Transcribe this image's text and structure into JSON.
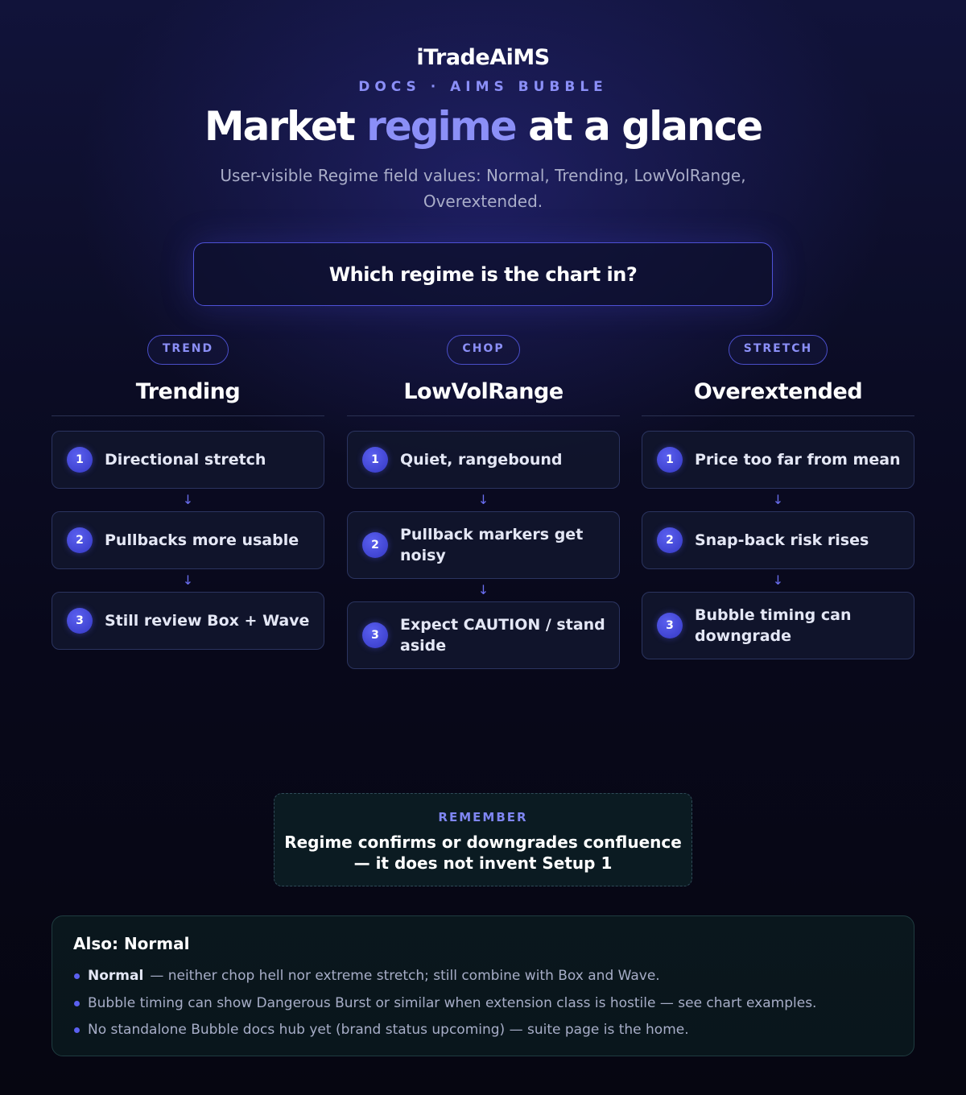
{
  "brand": {
    "logo_text": "iTradeAiMS"
  },
  "header": {
    "kicker": "DOCS · AIMS BUBBLE",
    "title_part1": "Market",
    "title_accent": "regime",
    "title_part2": "at a glance",
    "subtitle": "User-visible Regime field values: Normal, Trending, LowVolRange, Overextended."
  },
  "question": "Which regime is the chart in?",
  "columns": [
    {
      "tag": "TREND",
      "title": "Trending",
      "steps": [
        {
          "num": "1",
          "text": "Directional stretch"
        },
        {
          "num": "2",
          "text": "Pullbacks more usable"
        },
        {
          "num": "3",
          "text": "Still review Box + Wave"
        }
      ]
    },
    {
      "tag": "CHOP",
      "title": "LowVolRange",
      "steps": [
        {
          "num": "1",
          "text": "Quiet, rangebound"
        },
        {
          "num": "2",
          "text": "Pullback markers get noisy"
        },
        {
          "num": "3",
          "text": "Expect CAUTION / stand aside"
        }
      ]
    },
    {
      "tag": "STRETCH",
      "title": "Overextended",
      "steps": [
        {
          "num": "1",
          "text": "Price too far from mean"
        },
        {
          "num": "2",
          "text": "Snap-back risk rises"
        },
        {
          "num": "3",
          "text": "Bubble timing can downgrade"
        }
      ]
    }
  ],
  "arrow_glyph": "↓",
  "remember": {
    "label": "REMEMBER",
    "message": "Regime confirms or downgrades confluence — it does not invent Setup 1"
  },
  "also": {
    "title": "Also: Normal",
    "items": [
      {
        "strong": "Normal",
        "text": "— neither chop hell nor extreme stretch; still combine with Box and Wave."
      },
      {
        "strong": "",
        "text": "Bubble timing can show Dangerous Burst or similar when extension class is hostile — see chart examples."
      },
      {
        "strong": "",
        "text": "No standalone Bubble docs hub yet (brand status upcoming) — suite page is the home."
      }
    ]
  },
  "colors": {
    "accent": "#8b8ff7",
    "badge": "#4a4ee0",
    "logo_tick": "#ff4d6a"
  },
  "icons": {
    "logo_tick": "checkmark-icon",
    "flow_arrow": "arrow-down-icon",
    "bullet": "bullet-dot-icon"
  }
}
